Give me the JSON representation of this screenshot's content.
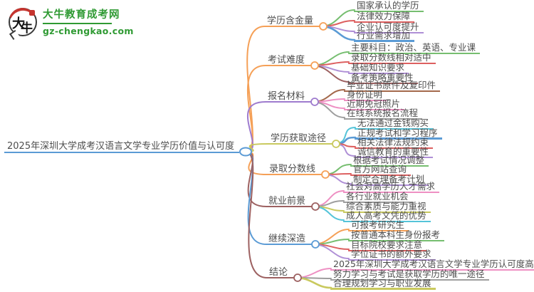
{
  "logo": {
    "brand": "大牛教育成考网",
    "domain": "gz-chengkao.com",
    "symbol_char1": "大",
    "symbol_char2": "牛",
    "brand_color": "#2f9a33",
    "seal_color": "#c5352f"
  },
  "central_topic": "2025年深圳大学成考汉语言文学专业学历价值与认可度",
  "colors": {
    "orange": "#f5a057",
    "green": "#76be70",
    "red": "#dd6060",
    "purpleLight": "#af8fd6",
    "purple": "#9e7bce",
    "blue": "#5b9bd5",
    "maroon": "#9d6161",
    "brown": "#a4694c",
    "pink": "#ee90c3",
    "gray": "#9e9e9e",
    "cyan": "#55c4d9",
    "olive": "#c9c95e",
    "hub": "#5b9bd5",
    "text": "#4d4d4d"
  },
  "branches": [
    {
      "label": "学历含金量",
      "color": "orange",
      "children": [
        {
          "text": "国家承认的学历",
          "color": "green"
        },
        {
          "text": "法律效力保障",
          "color": "red"
        },
        {
          "text": "企业认可度提升",
          "color": "purpleLight"
        },
        {
          "text": "行业需求增加",
          "color": "blue",
          "thick": true
        }
      ]
    },
    {
      "label": "考试难度",
      "color": "orange",
      "children": [
        {
          "text": "主要科目：政治、英语、专业课",
          "color": "green"
        },
        {
          "text": "录取分数线相对适中",
          "color": "red"
        },
        {
          "text": "基础知识要求",
          "color": "purpleLight"
        },
        {
          "text": "备考策略重要性",
          "color": "maroon"
        }
      ]
    },
    {
      "label": "报名材料",
      "color": "purple",
      "children": [
        {
          "text": "毕业证书原件及复印件",
          "color": "brown"
        },
        {
          "text": "身份证明",
          "color": "pink"
        },
        {
          "text": "近期免冠照片",
          "color": "pink"
        },
        {
          "text": "在线系统报名流程",
          "color": "gray"
        }
      ]
    },
    {
      "label": "学历获取途径",
      "color": "olive",
      "children": [
        {
          "text": "无法通过金钱购买",
          "color": "cyan"
        },
        {
          "text": "正规考试和学习程序",
          "color": "blue",
          "thick": true
        },
        {
          "text": "相关法律法规约束",
          "color": "red"
        },
        {
          "text": "诚信教育的重要性",
          "color": "purpleLight"
        }
      ]
    },
    {
      "label": "录取分数线",
      "color": "orange",
      "children": [
        {
          "text": "根据考试情况调整",
          "color": "green"
        },
        {
          "text": "官方网站查询",
          "color": "red"
        },
        {
          "text": "制定合理备考计划",
          "color": "purpleLight"
        }
      ]
    },
    {
      "label": "就业前景",
      "color": "maroon",
      "children": [
        {
          "text": "社会对高学历人才需求",
          "color": "pink"
        },
        {
          "text": "各行业就业机会",
          "color": "gray"
        },
        {
          "text": "综合素质与能力重视",
          "color": "olive"
        },
        {
          "text": "成人高考文凭的优势",
          "color": "cyan"
        }
      ]
    },
    {
      "label": "继续深造",
      "color": "blue",
      "children": [
        {
          "text": "可报考研究生",
          "color": "orange"
        },
        {
          "text": "按普通本科生身份报考",
          "color": "green"
        },
        {
          "text": "目标院校要求注意",
          "color": "red"
        },
        {
          "text": "学位证书的额外要求",
          "color": "purpleLight"
        }
      ]
    },
    {
      "label": "结论",
      "color": "maroon",
      "children": [
        {
          "text": "2025年深圳大学成考汉语言文学专业学历认可度高",
          "color": "pink"
        },
        {
          "text": "努力学习与考试是获取学历的唯一途径",
          "color": "gray"
        },
        {
          "text": "合理规划学习与职业发展",
          "color": "olive",
          "thick": true
        }
      ]
    }
  ]
}
